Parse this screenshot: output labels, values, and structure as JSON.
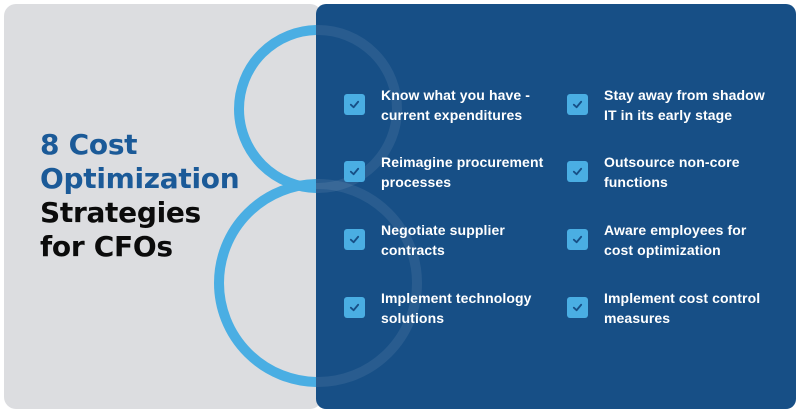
{
  "title": {
    "line1": "8 Cost",
    "line2": "Optimization",
    "line3": "Strategies",
    "line4": "for CFOs"
  },
  "colors": {
    "left_bg": "#dcdde0",
    "right_bg": "#174f86",
    "accent_blue": "#4aaee3",
    "title_blue": "#1b5a98",
    "title_black": "#0b0b0b"
  },
  "decoration": {
    "icon": "figure-eight-outline"
  },
  "strategies": [
    {
      "icon": "checkbox-checked-icon",
      "line1": "Know what you have -",
      "line2": "current expenditures"
    },
    {
      "icon": "checkbox-checked-icon",
      "line1": "Reimagine procurement",
      "line2": "processes"
    },
    {
      "icon": "checkbox-checked-icon",
      "line1": "Negotiate supplier",
      "line2": "contracts"
    },
    {
      "icon": "checkbox-checked-icon",
      "line1": "Implement technology",
      "line2": "solutions"
    },
    {
      "icon": "checkbox-checked-icon",
      "line1": "Stay away from shadow",
      "line2": "IT in its early stage"
    },
    {
      "icon": "checkbox-checked-icon",
      "line1": "Outsource non-core",
      "line2": "functions"
    },
    {
      "icon": "checkbox-checked-icon",
      "line1": "Aware employees for",
      "line2": "cost optimization"
    },
    {
      "icon": "checkbox-checked-icon",
      "line1": "Implement cost control",
      "line2": "measures"
    }
  ]
}
